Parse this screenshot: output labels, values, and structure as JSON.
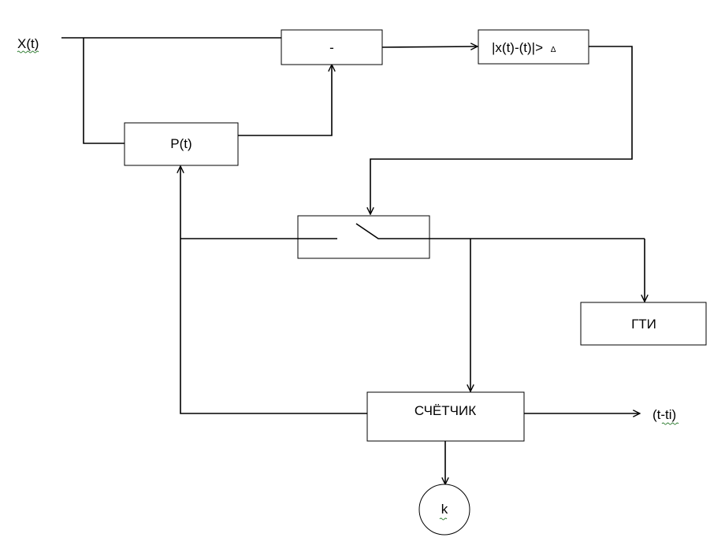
{
  "diagram": {
    "input_label": "X(t)",
    "output_label": "(t-ti)",
    "blocks": {
      "subtract": "-",
      "predictor": "P(t)",
      "comparator": {
        "open": "|x(t)-(t)|>",
        "delta": "Δ"
      },
      "gti": "ГТИ",
      "counter": "СЧЁТЧИК",
      "k": "k"
    }
  },
  "colors": {
    "line": "#000000",
    "spellcheck": "#2e7d32"
  }
}
